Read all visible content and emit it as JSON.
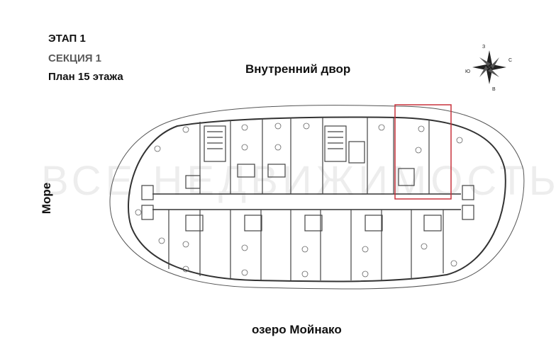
{
  "header": {
    "stage": "ЭТАП 1",
    "section": "СЕКЦИЯ 1",
    "floor_plan": "План 15 этажа"
  },
  "orientation": {
    "top": "Внутренний двор",
    "bottom": "озеро Мойнако",
    "left": "Море"
  },
  "compass": {
    "north": "З",
    "east": "С",
    "south": "В",
    "west": "Ю"
  },
  "watermark": "ВСЕ НЕДВИЖИМОСТЬ",
  "colors": {
    "highlight": "#c8323c",
    "wall": "#333333",
    "outline": "#555555"
  }
}
